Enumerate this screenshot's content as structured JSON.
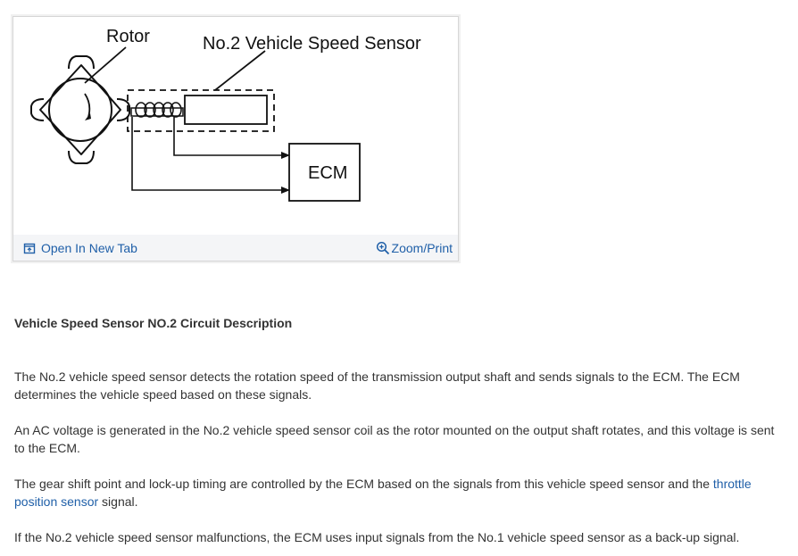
{
  "figure": {
    "labels": {
      "rotor": "Rotor",
      "sensor": "No.2 Vehicle Speed Sensor",
      "ecm": "ECM"
    },
    "toolbar": {
      "open_label": "Open In New Tab",
      "open_icon": "open-in-new-tab-icon",
      "zoom_label": "Zoom/Print",
      "zoom_icon": "zoom-icon"
    }
  },
  "article": {
    "title": "Vehicle Speed Sensor NO.2 Circuit Description",
    "p1": "The No.2 vehicle speed sensor detects the rotation speed of the transmission output shaft and sends signals to the ECM. The ECM determines the vehicle speed based on these signals.",
    "p2": "An AC voltage is generated in the No.2 vehicle speed sensor coil as the rotor mounted on the output shaft rotates, and this voltage is sent to the ECM.",
    "p3_before": "The gear shift point and lock-up timing are controlled by the ECM based on the signals from this vehicle speed sensor and the ",
    "p3_link": "throttle position sensor",
    "p3_after": " signal.",
    "p4": "If the No.2 vehicle speed sensor malfunctions, the ECM uses input signals from the No.1 vehicle speed sensor as a back-up signal."
  },
  "colors": {
    "link": "#1f5fa8",
    "text": "#333333",
    "toolbar_bg": "#f4f5f7"
  }
}
